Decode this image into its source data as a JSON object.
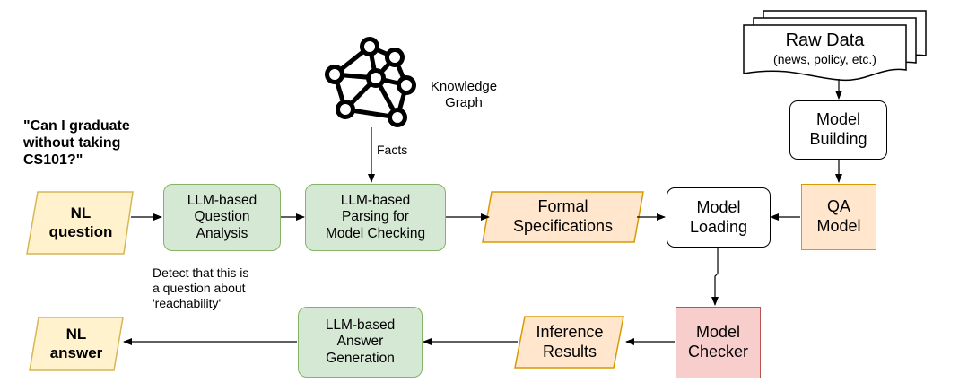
{
  "nodes": {
    "nl_question": "NL\nquestion",
    "question_analysis": "LLM-based\nQuestion\nAnalysis",
    "parsing": "LLM-based\nParsing for\nModel Checking",
    "formal_specs": "Formal\nSpecifications",
    "model_loading": "Model\nLoading",
    "qa_model": "QA\nModel",
    "model_building": "Model\nBuilding",
    "raw_data_title": "Raw Data",
    "raw_data_sub": "(news, policy, etc.)",
    "model_checker": "Model\nChecker",
    "inference_results": "Inference\nResults",
    "answer_generation": "LLM-based\nAnswer\nGeneration",
    "nl_answer": "NL\nanswer"
  },
  "labels": {
    "example_question": "\"Can I graduate\nwithout taking\nCS101?\"",
    "knowledge_graph": "Knowledge\nGraph",
    "facts": "Facts",
    "detect_note": "Detect that this is\na question about\n'reachability'"
  },
  "icons": {
    "knowledge_graph": "network-graph-icon"
  },
  "colors": {
    "green_fill": "#d5e8d4",
    "green_stroke": "#82b366",
    "orange_fill": "#ffe6cc",
    "orange_stroke": "#d79b00",
    "red_fill": "#f8cecc",
    "red_stroke": "#b85450",
    "yellow_fill": "#fff2cc",
    "yellow_stroke": "#d6b656"
  }
}
